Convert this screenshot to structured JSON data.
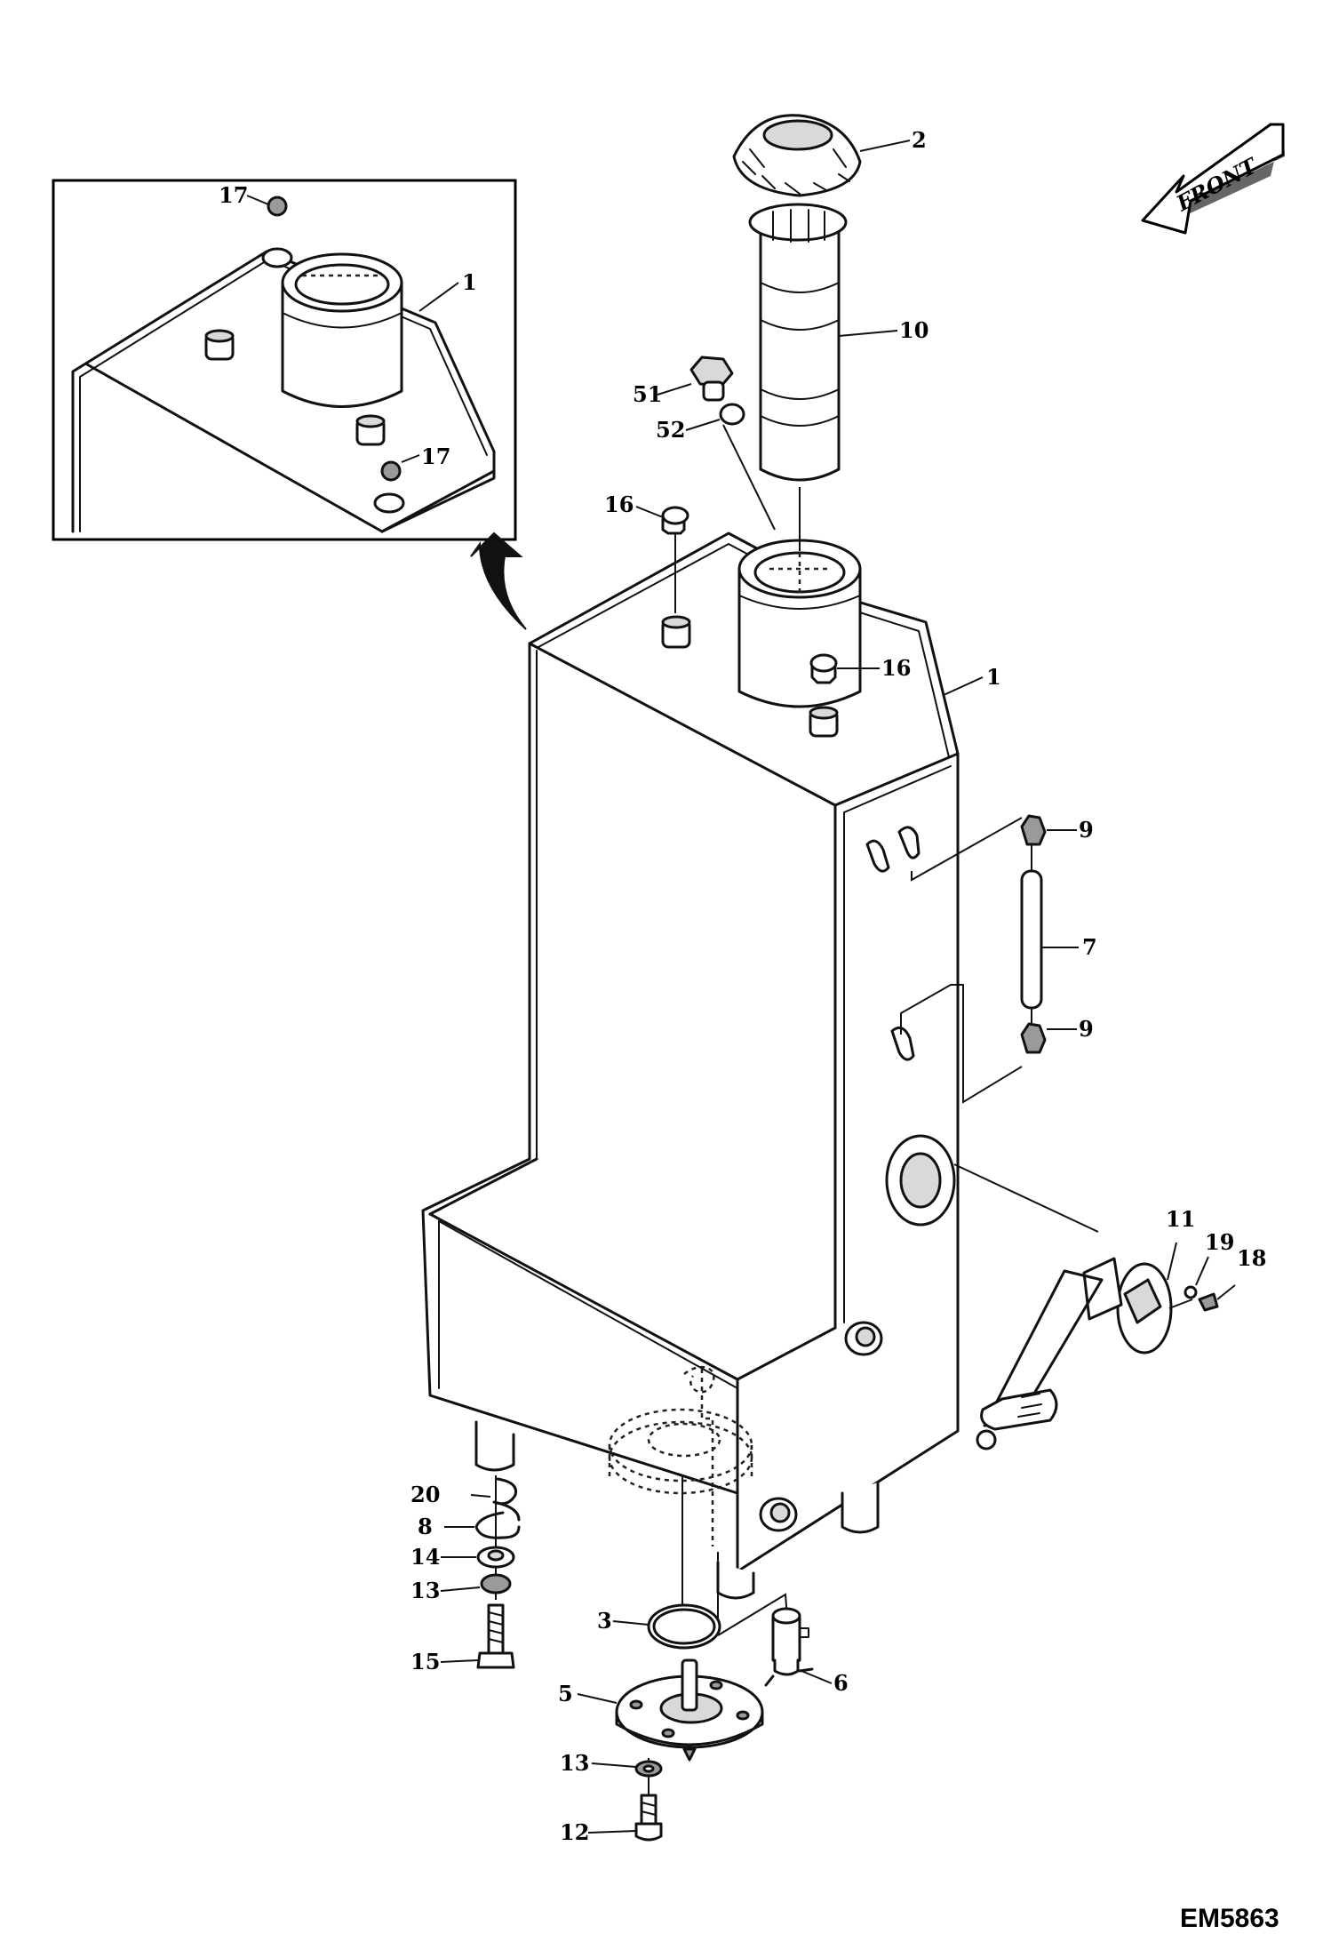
{
  "drawing_code": "EM5863",
  "front_label": "FRONT",
  "inset": {
    "callouts": {
      "c17a": "17",
      "c1": "1",
      "c17b": "17"
    }
  },
  "callouts": {
    "c2": "2",
    "c10": "10",
    "c51": "51",
    "c52": "52",
    "c16a": "16",
    "c16b": "16",
    "c1": "1",
    "c9a": "9",
    "c7": "7",
    "c9b": "9",
    "c11": "11",
    "c19": "19",
    "c18": "18",
    "c20": "20",
    "c8": "8",
    "c14": "14",
    "c13a": "13",
    "c15": "15",
    "c3": "3",
    "c5": "5",
    "c6": "6",
    "c13b": "13",
    "c12": "12"
  },
  "icons": {
    "front_arrow": "front-arrow-icon",
    "detail_pointer": "detail-pointer-arrow-icon"
  }
}
